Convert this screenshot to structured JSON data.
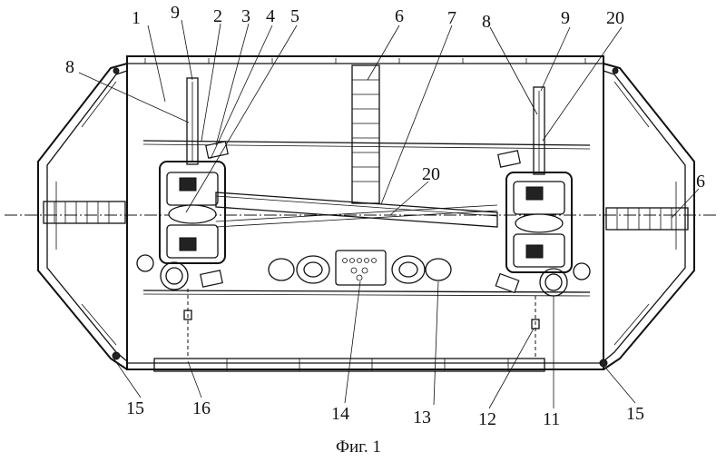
{
  "figure": {
    "caption": "Фиг. 1",
    "callouts": {
      "c1": "1",
      "c2": "2",
      "c3": "3",
      "c4": "4",
      "c5": "5",
      "c6a": "6",
      "c7": "7",
      "c8a": "8",
      "c9a": "9",
      "c8b": "8",
      "c9b": "9",
      "c20a": "20",
      "c20b": "20",
      "c6b": "6",
      "c15a": "15",
      "c16": "16",
      "c14": "14",
      "c13": "13",
      "c12": "12",
      "c11": "11",
      "c15b": "15"
    }
  }
}
